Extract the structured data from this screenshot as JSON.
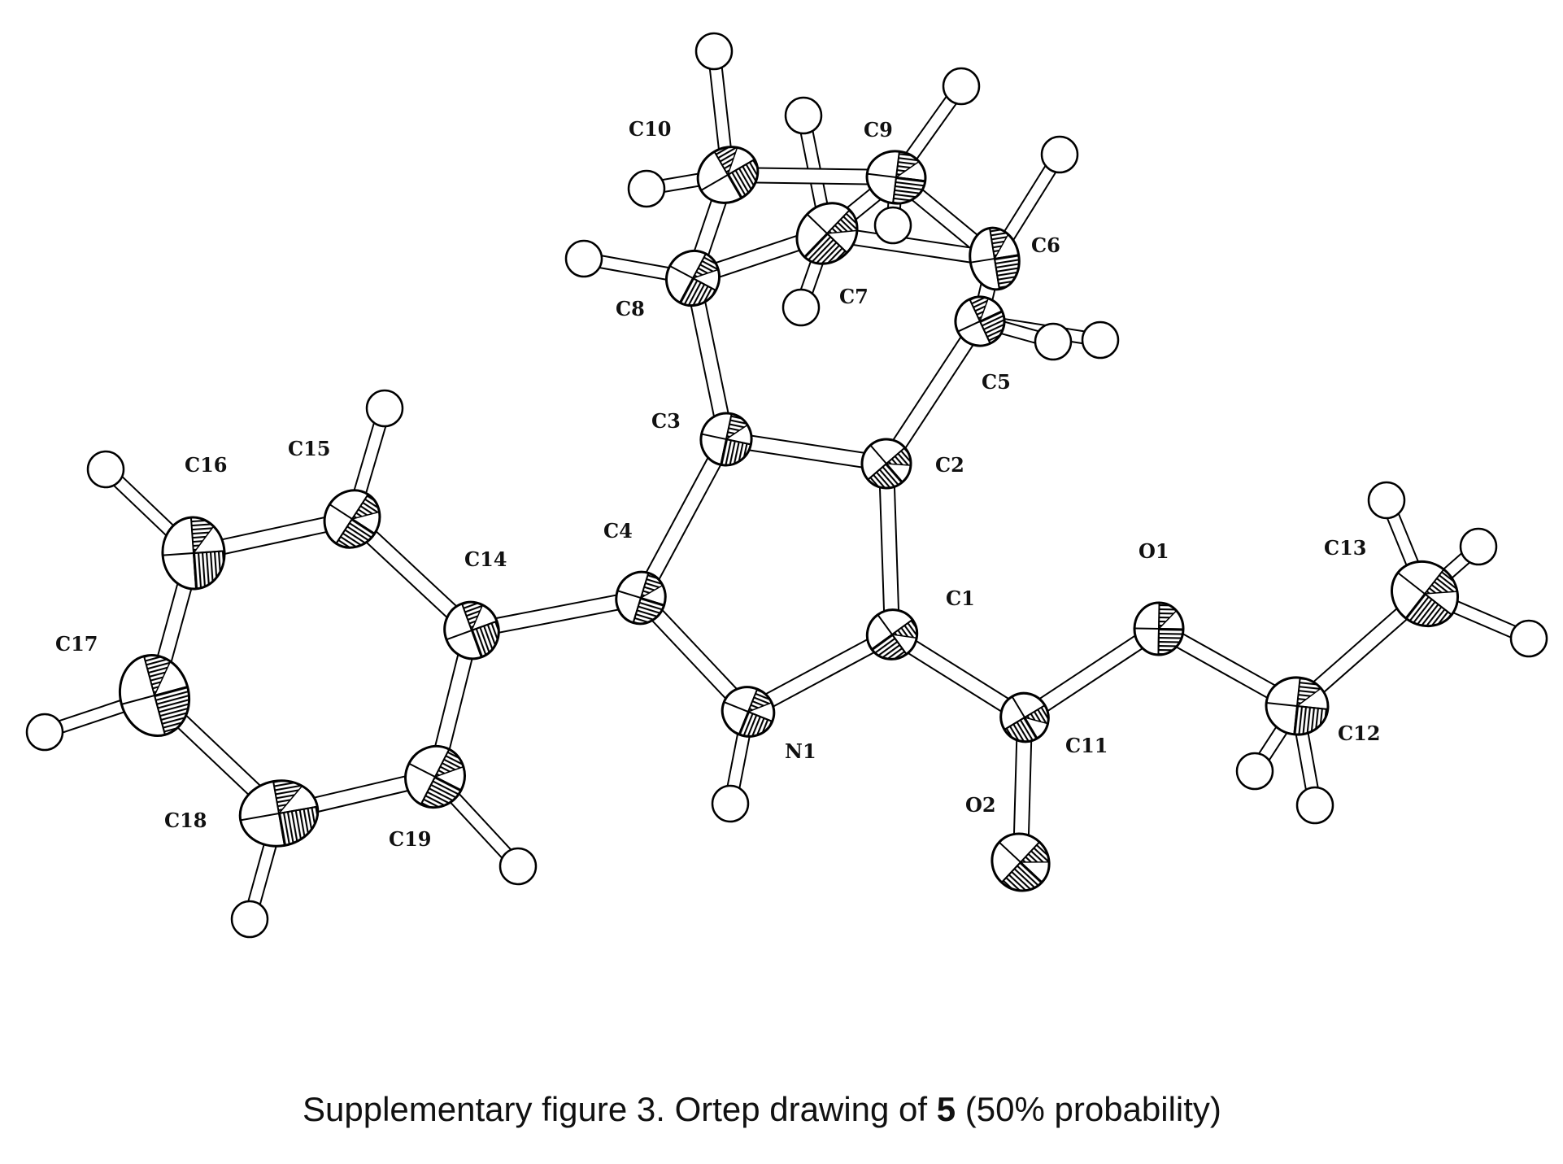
{
  "atoms": [
    {
      "id": "C10",
      "label": "C10",
      "kind": "C"
    },
    {
      "id": "C9",
      "label": "C9",
      "kind": "C"
    },
    {
      "id": "C7",
      "label": "C7",
      "kind": "C"
    },
    {
      "id": "C6",
      "label": "C6",
      "kind": "C"
    },
    {
      "id": "C8",
      "label": "C8",
      "kind": "C"
    },
    {
      "id": "C5",
      "label": "C5",
      "kind": "C"
    },
    {
      "id": "C3",
      "label": "C3",
      "kind": "C"
    },
    {
      "id": "C2",
      "label": "C2",
      "kind": "C"
    },
    {
      "id": "C16",
      "label": "C16",
      "kind": "C"
    },
    {
      "id": "C15",
      "label": "C15",
      "kind": "C"
    },
    {
      "id": "C14",
      "label": "C14",
      "kind": "C"
    },
    {
      "id": "C4",
      "label": "C4",
      "kind": "C"
    },
    {
      "id": "C1",
      "label": "C1",
      "kind": "C"
    },
    {
      "id": "O1",
      "label": "O1",
      "kind": "O"
    },
    {
      "id": "C13",
      "label": "C13",
      "kind": "C"
    },
    {
      "id": "C17",
      "label": "C17",
      "kind": "C"
    },
    {
      "id": "N1",
      "label": "N1",
      "kind": "N"
    },
    {
      "id": "C11",
      "label": "C11",
      "kind": "C"
    },
    {
      "id": "C12",
      "label": "C12",
      "kind": "C"
    },
    {
      "id": "O2",
      "label": "O2",
      "kind": "O"
    },
    {
      "id": "C18",
      "label": "C18",
      "kind": "C"
    },
    {
      "id": "C19",
      "label": "C19",
      "kind": "C"
    }
  ],
  "bonds": [
    [
      "C1",
      "C2"
    ],
    [
      "C2",
      "C3"
    ],
    [
      "C3",
      "C4"
    ],
    [
      "C4",
      "N1"
    ],
    [
      "N1",
      "C1"
    ],
    [
      "C2",
      "C5"
    ],
    [
      "C5",
      "C6"
    ],
    [
      "C6",
      "C9"
    ],
    [
      "C9",
      "C10"
    ],
    [
      "C10",
      "C8"
    ],
    [
      "C8",
      "C3"
    ],
    [
      "C8",
      "C7"
    ],
    [
      "C7",
      "C9"
    ],
    [
      "C7",
      "C6"
    ],
    [
      "C1",
      "C11"
    ],
    [
      "C11",
      "O1"
    ],
    [
      "C11",
      "O2"
    ],
    [
      "O1",
      "C12"
    ],
    [
      "C12",
      "C13"
    ],
    [
      "C4",
      "C14"
    ],
    [
      "C14",
      "C15"
    ],
    [
      "C15",
      "C16"
    ],
    [
      "C16",
      "C17"
    ],
    [
      "C17",
      "C18"
    ],
    [
      "C18",
      "C19"
    ],
    [
      "C19",
      "C14"
    ]
  ],
  "caption": {
    "prefix": "Supplementary figure 3.   Ortep drawing of ",
    "compound": "5",
    "suffix": " (50% probability)"
  }
}
